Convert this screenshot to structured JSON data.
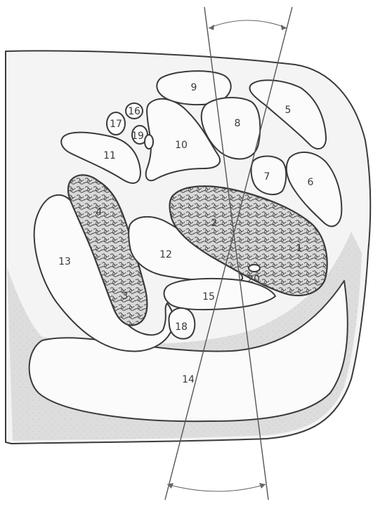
{
  "labels": {
    "l1": "1",
    "l2": "2",
    "l3": "3",
    "l4": "4",
    "l5": "5",
    "l6": "6",
    "l7": "7",
    "l8": "8",
    "l9": "9",
    "l10": "10",
    "l11": "11",
    "l12": "12",
    "l13": "13",
    "l14": "14",
    "l15": "15",
    "l16": "16",
    "l17": "17",
    "l18": "18",
    "l19": "19",
    "l20": "20"
  },
  "colors": {
    "stroke": "#3a3a3a",
    "body_shade": "#dcdcdc",
    "texture": "#4a4a4a"
  }
}
